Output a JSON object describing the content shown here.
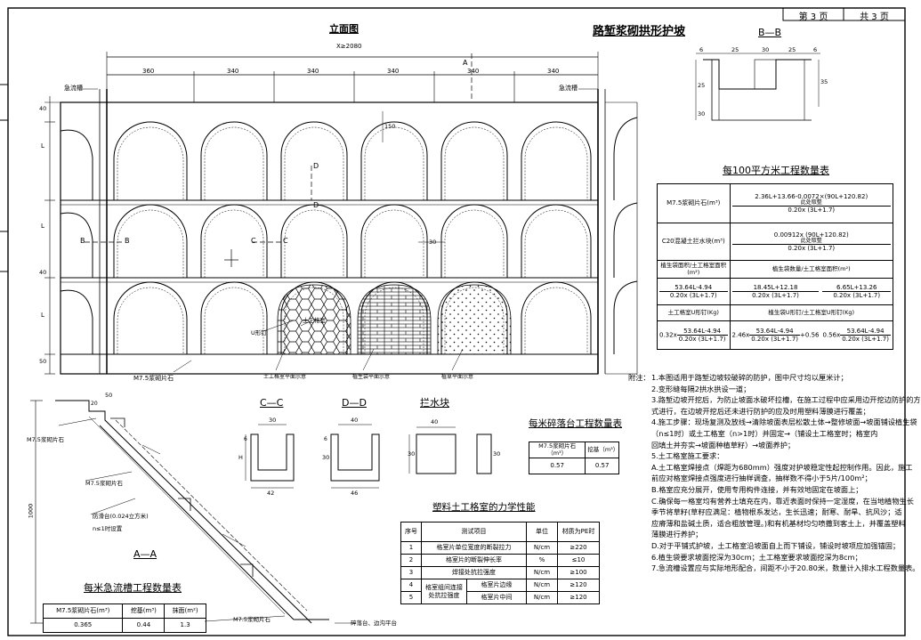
{
  "title_block": {
    "page": "第 3 页",
    "total": "共 3 页"
  },
  "main_title": "路堑浆砌拱形护坡",
  "elevation": {
    "title": "立面图",
    "total_dim": "X≥2080",
    "dims": [
      "360",
      "340",
      "340",
      "340",
      "340",
      "340"
    ],
    "side_dims": [
      "40",
      "L",
      "L",
      "40",
      "L",
      "50"
    ],
    "h150": "150",
    "h30": "30",
    "marks": {
      "A": "A",
      "B": "B",
      "C": "C",
      "D": "D"
    },
    "label_chute_l": "急流槽",
    "label_chute_r": "急流槽",
    "label_masonry": "M7.5浆砌片石",
    "label_cell": "土工格室",
    "label_nail": "U形钉",
    "label_plan1": "土工格室平面示意",
    "label_plan2": "植生袋平面示意",
    "label_plan3": "植草平面示意"
  },
  "bb": {
    "title": "B—B",
    "dims": [
      "6",
      "25",
      "30",
      "25",
      "6"
    ],
    "v": [
      "25",
      "30",
      "35"
    ]
  },
  "qty_table": {
    "title": "每100平方米工程数量表",
    "r1_label": "M7.5浆砌片石(m³)",
    "r1_num": "2.36L+13.66-0.0072×(90L+120.82)",
    "r1_sub": "此处取整",
    "r1_den": "0.20x (3L+1.7)",
    "r2_label": "C20混凝土拦水块(m³)",
    "r2_num": "0.00912x (90L+120.82)",
    "r2_sub": "此处取整",
    "r2_den": "0.20x (3L+1.7)",
    "r3_left": "植生袋面积/土工格室面积(m²)",
    "r3_right": "植生袋数量/土工格室面积(m²)",
    "r4_a_num": "53.64L-4.94",
    "r4_a_den": "0.20x (3L+1.7)",
    "r4_b_num": "18.45L+12.18",
    "r4_b_den": "0.20x (3L+1.7)",
    "r4_c_num": "6.65L+13.26",
    "r4_c_den": "0.20x (3L+1.7)",
    "r5_left": "土工格室U形钉(Kg)",
    "r5_right": "植生袋U形钉/土工格室U形钉(Kg)",
    "r6_a_pre": "0.32x",
    "r6_a_num": "53.64L-4.94",
    "r6_a_den": "0.20x (3L+1.7)",
    "r6_b_pre": "2.46x",
    "r6_b_num": "53.64L-4.94",
    "r6_b_den": "0.20x (3L+1.7)",
    "r6_b_post": "+0.56",
    "r6_c_pre": "0.56x",
    "r6_c_num": "53.64L-4.94",
    "r6_c_den": "0.20x (3L+1.7)"
  },
  "cc": {
    "title": "C—C",
    "w": "30",
    "base": "42",
    "h": "H",
    "t": "6"
  },
  "dd": {
    "title": "D—D",
    "w": "40",
    "base": "46",
    "h": "30",
    "t": "6"
  },
  "block": {
    "title": "拦水块",
    "w": "40",
    "h": "30",
    "d": "30"
  },
  "platform_table": {
    "title": "每米碎落台工程数量表",
    "h1": "M7.5浆砌片石 （m³）",
    "h2": "挖基（m³）",
    "v1": "0.57",
    "v2": "0.57"
  },
  "mech_table": {
    "title": "塑料土工格室的力学性能",
    "headers": [
      "序号",
      "测试项目",
      "单位",
      "材质为PE时"
    ],
    "rows": [
      [
        "1",
        "格室片单位宽度的断裂拉力",
        "N/cm",
        "≥220"
      ],
      [
        "2",
        "格室片的断裂伸长率",
        "%",
        "≤10"
      ],
      [
        "3",
        "焊接处抗拉强度",
        "N/cm",
        "≥100"
      ],
      [
        "4",
        "格室组间连接处抗拉强度",
        "格室片边缘",
        "N/cm",
        "≥120"
      ],
      [
        "5",
        "",
        "格室片中间",
        "N/cm",
        "≥120"
      ]
    ]
  },
  "chute_table": {
    "title": "每米急流槽工程数量表",
    "h1": "M7.5浆砌片石(m³)",
    "h2": "挖基(m³)",
    "h3": "抹面(m²)",
    "v1": "0.365",
    "v2": "0.44",
    "v3": "1.3"
  },
  "aa": {
    "title": "A—A",
    "label_masonry1": "M7.5浆砌片石",
    "label_masonry2": "M7.5浆砌片石",
    "label_platform": "防滑台(0.024立方米)",
    "label_platform2": "n≤1时设置",
    "label_bottom": "M7.5浆砌片石",
    "label_base": "碎落台、边沟平台",
    "h1000": "1000",
    "d50": "50",
    "d20": "20"
  },
  "notes": {
    "head": "附注：",
    "lines": [
      "1.本图适用于路堑边坡较破碎的防护，图中尺寸均以厘米计；",
      "2.变形缝每隔2拱水拱设一道；",
      "3.路堑边坡开挖后，为防止坡面水破坏拉槽，在施工过程中应采用边开挖边防护的方",
      "   式进行，在边坡开挖后还未进行防护的应及时用塑料薄膜进行覆盖；",
      "4.施工步骤：现场复测及放线→清除坡面表层松散土体→整修坡面→坡面铺设植生袋",
      "   （n≤1时）或土工格室（n>1时）并固定→（铺设土工格室时；格室内",
      "   回填土并夯实→坡面种植草籽）→坡面养护；",
      "5.土工格室施工要求：",
      "   A.土工格室焊接点（焊距为680mm）强度对护坡稳定性起控制作用。因此，施工",
      "   前应对格室焊接点强度进行抽样调查，抽样数不得小于5片/100m²；",
      "   B.格室应充分展开，使用专用构件连接，并有效地固定在坡面上；",
      "   C.确保每一格室均有营养土填充在内，靠近表面时保持一定湿度，在当地植物生长",
      "   季节将草籽(草籽应满足：植物根系发达，生长迅速；耐寒、耐旱、抗风沙；适",
      "   应瘠薄和盐碱土质，适合粗放管理。)和有机基材均匀喷撒到客土上，并覆盖塑料",
      "   薄膜进行养护；",
      "   D.对于平铺式护坡，土工格室沿坡面自上而下铺设，铺设时坡项应加强锚固；",
      "6.植生袋要求坡面挖深为30cm；土工格室要求坡面挖深为8cm；",
      "7.急流槽设置应与实际地形配合，间距不小于20.80米，数量计入排水工程数量表。"
    ]
  }
}
